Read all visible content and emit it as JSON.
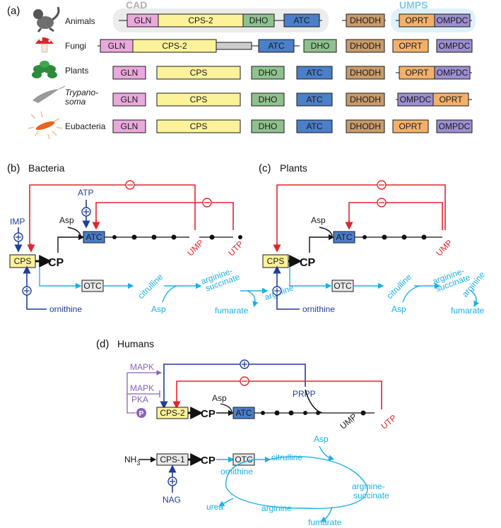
{
  "panels": {
    "a": "(a)",
    "b": "(b)",
    "c": "(c)",
    "d": "(d)"
  },
  "panel_a": {
    "cad_label": "CAD",
    "umps_label": "UMPS",
    "organisms": {
      "animals": "Animals",
      "fungi": "Fungi",
      "plants": "Plants",
      "trypanosoma_1": "Trypano-",
      "trypanosoma_2": "soma",
      "eubacteria": "Eubacteria"
    },
    "domains": {
      "gln": "GLN",
      "cps2": "CPS-2",
      "cps": "CPS",
      "dho": "DHO",
      "atc": "ATC",
      "dhodh": "DHODH",
      "oprt": "OPRT",
      "ompdc": "OMPDC"
    }
  },
  "panel_b": {
    "title": "Bacteria",
    "atp": "ATP",
    "imp": "IMP",
    "asp": "Asp",
    "atc": "ATC",
    "cps": "CPS",
    "cp": "CP",
    "ump": "UMP",
    "utp": "UTP",
    "otc": "OTC",
    "citrulline": "citrulline",
    "asp2": "Asp",
    "arg_succ_1": "arginine-",
    "arg_succ_2": "succinate",
    "arginine": "arginine",
    "fumarate": "fumarate",
    "ornithine": "ornithine"
  },
  "panel_c": {
    "title": "Plants",
    "asp": "Asp",
    "atc": "ATC",
    "cps": "CPS",
    "cp": "CP",
    "ump": "UMP",
    "otc": "OTC",
    "citrulline": "citrulline",
    "asp2": "Asp",
    "arg_succ_1": "arginine-",
    "arg_succ_2": "succinate",
    "arginine": "arginine",
    "fumarate": "fumarate",
    "ornithine": "ornithine"
  },
  "panel_d": {
    "title": "Humans",
    "mapk1": "MAPK",
    "mapk2": "MAPK",
    "pka": "PKA",
    "p": "P",
    "cps2": "CPS-2",
    "cp": "CP",
    "asp": "Asp",
    "atc": "ATC",
    "prpp": "PRPP",
    "ump": "UMP",
    "utp": "UTP",
    "nh3": "NH",
    "nh3_sub": "3",
    "cps1": "CPS-1",
    "cp2": "CP",
    "otc": "OTC",
    "nag": "NAG",
    "citrulline": "citrulline",
    "asp2": "Asp",
    "ornithine": "ornithine",
    "arg_succ_1": "arginine-",
    "arg_succ_2": "succinate",
    "urea": "urea",
    "arginine": "arginine",
    "fumarate": "fumarate"
  },
  "colors": {
    "gln": "#e9a9dc",
    "cps": "#fbf29a",
    "dho": "#8fc18e",
    "atc": "#4b7fc8",
    "dhodh": "#c89b6c",
    "oprt": "#f3b06b",
    "ompdc": "#9d8ed0",
    "red": "#e3242b",
    "blue": "#1f3d99",
    "cyan": "#1bb0e3",
    "purple": "#8a62b8"
  }
}
